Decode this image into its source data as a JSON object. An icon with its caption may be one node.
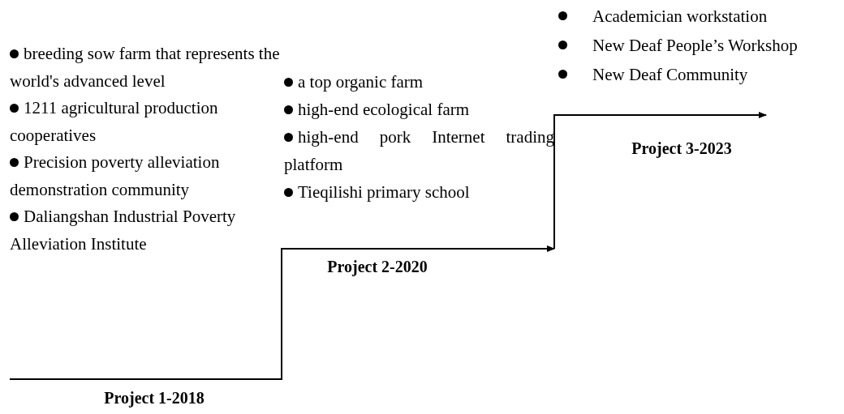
{
  "diagram": {
    "labels": [
      "breeding sow farm that represents the world's advanced level",
      "1211 agricultural production cooperatives",
      "Precision poverty alleviation demonstration community",
      "Daliangshan Industrial Poverty Alleviation Institute",
      "Project 1-2018",
      "a top organic farm",
      "high-end ecological farm",
      "high-end pork Internet trading platform",
      "Tieqilishi primary school",
      "Project 2-2020",
      "Academician workstation",
      "New Deaf People’s Workshop",
      "New Deaf Community",
      "Project 3-2023"
    ]
  }
}
